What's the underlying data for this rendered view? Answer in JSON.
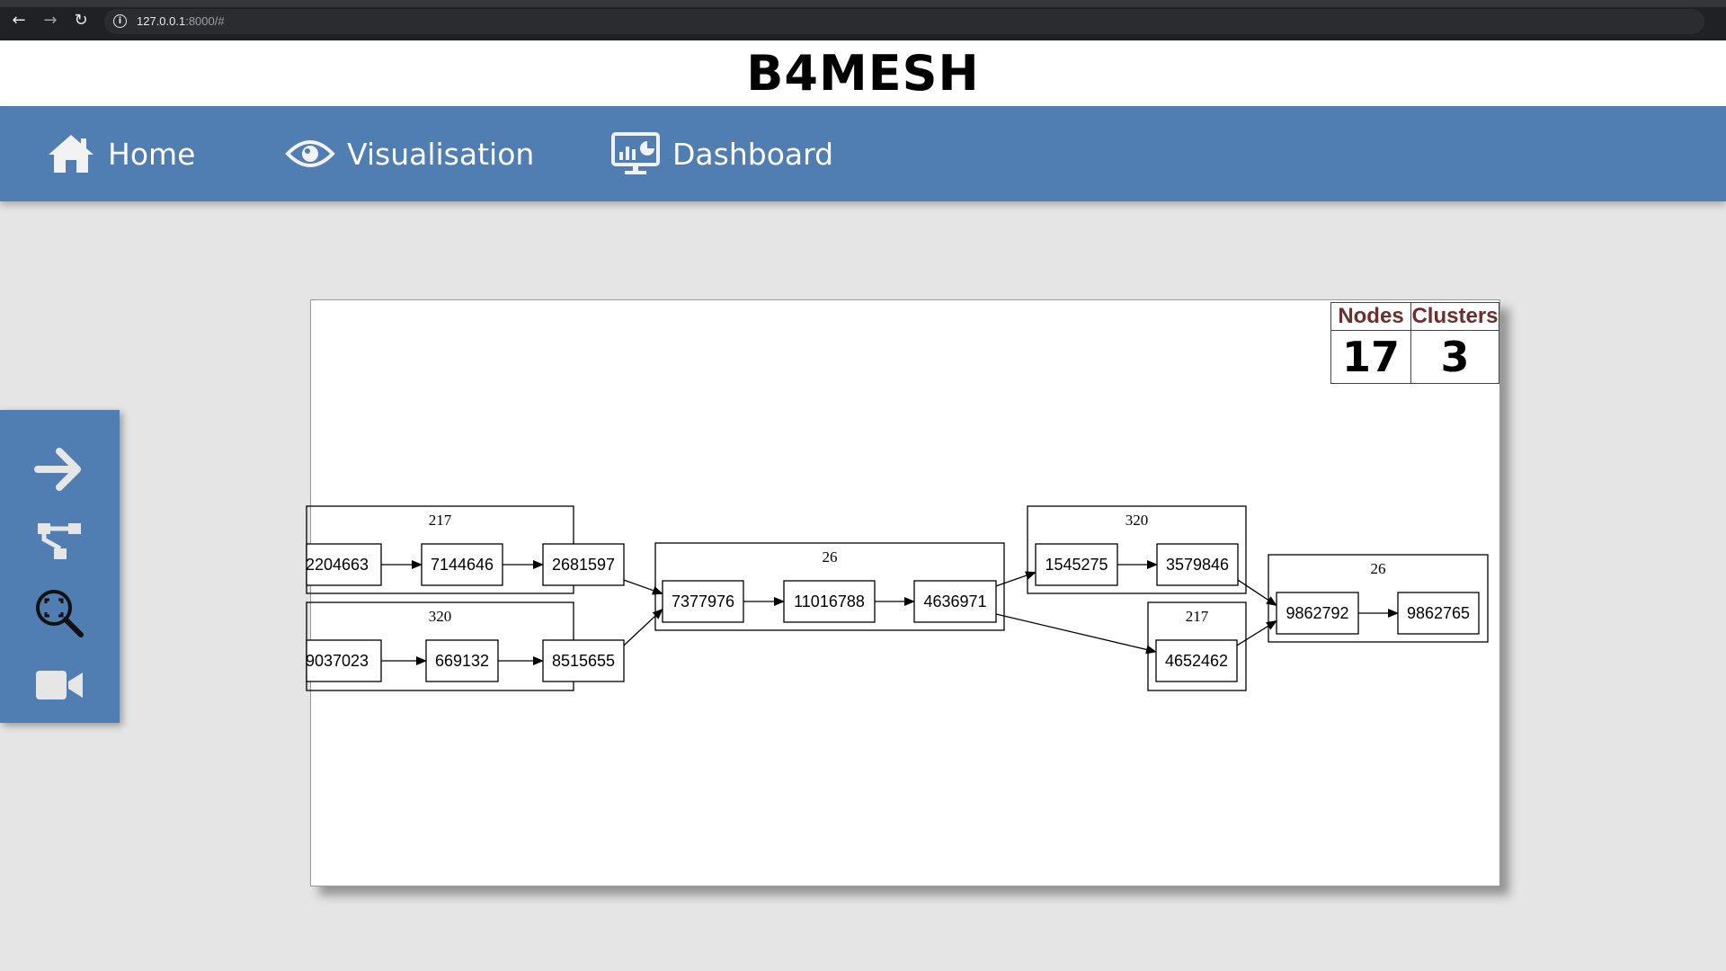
{
  "browser": {
    "url_host": "127.0.0.1",
    "url_path": ":8000/#"
  },
  "header": {
    "title": "B4MESH"
  },
  "navbar": {
    "items": [
      {
        "label": "Home",
        "icon": "home-icon"
      },
      {
        "label": "Visualisation",
        "icon": "eye-icon"
      },
      {
        "label": "Dashboard",
        "icon": "dashboard-monitor-icon"
      }
    ]
  },
  "sidebar": {
    "buttons": [
      {
        "icon": "arrow-right-icon"
      },
      {
        "icon": "tree-structure-icon"
      },
      {
        "icon": "zoom-fit-icon"
      },
      {
        "icon": "video-camera-icon"
      }
    ]
  },
  "stats": {
    "nodes_label": "Nodes",
    "nodes_value": "17",
    "clusters_label": "Clusters",
    "clusters_value": "3"
  },
  "graph": {
    "clusters": [
      {
        "id": "c1",
        "label": "217",
        "nodes": [
          "2204663",
          "7144646",
          "2681597"
        ]
      },
      {
        "id": "c2",
        "label": "320",
        "nodes": [
          "9037023",
          "669132",
          "8515655"
        ]
      },
      {
        "id": "c3",
        "label": "26",
        "nodes": [
          "7377976",
          "11016788",
          "4636971"
        ]
      },
      {
        "id": "c4",
        "label": "320",
        "nodes": [
          "1545275",
          "3579846"
        ]
      },
      {
        "id": "c5",
        "label": "217",
        "nodes": [
          "4652462"
        ]
      },
      {
        "id": "c6",
        "label": "26",
        "nodes": [
          "9862792",
          "9862765"
        ]
      }
    ],
    "edges": [
      [
        "2204663",
        "7144646"
      ],
      [
        "7144646",
        "2681597"
      ],
      [
        "9037023",
        "669132"
      ],
      [
        "669132",
        "8515655"
      ],
      [
        "2681597",
        "7377976"
      ],
      [
        "8515655",
        "7377976"
      ],
      [
        "7377976",
        "11016788"
      ],
      [
        "11016788",
        "4636971"
      ],
      [
        "4636971",
        "1545275"
      ],
      [
        "4636971",
        "4652462"
      ],
      [
        "1545275",
        "3579846"
      ],
      [
        "3579846",
        "9862792"
      ],
      [
        "4652462",
        "9862792"
      ],
      [
        "9862792",
        "9862765"
      ]
    ]
  }
}
